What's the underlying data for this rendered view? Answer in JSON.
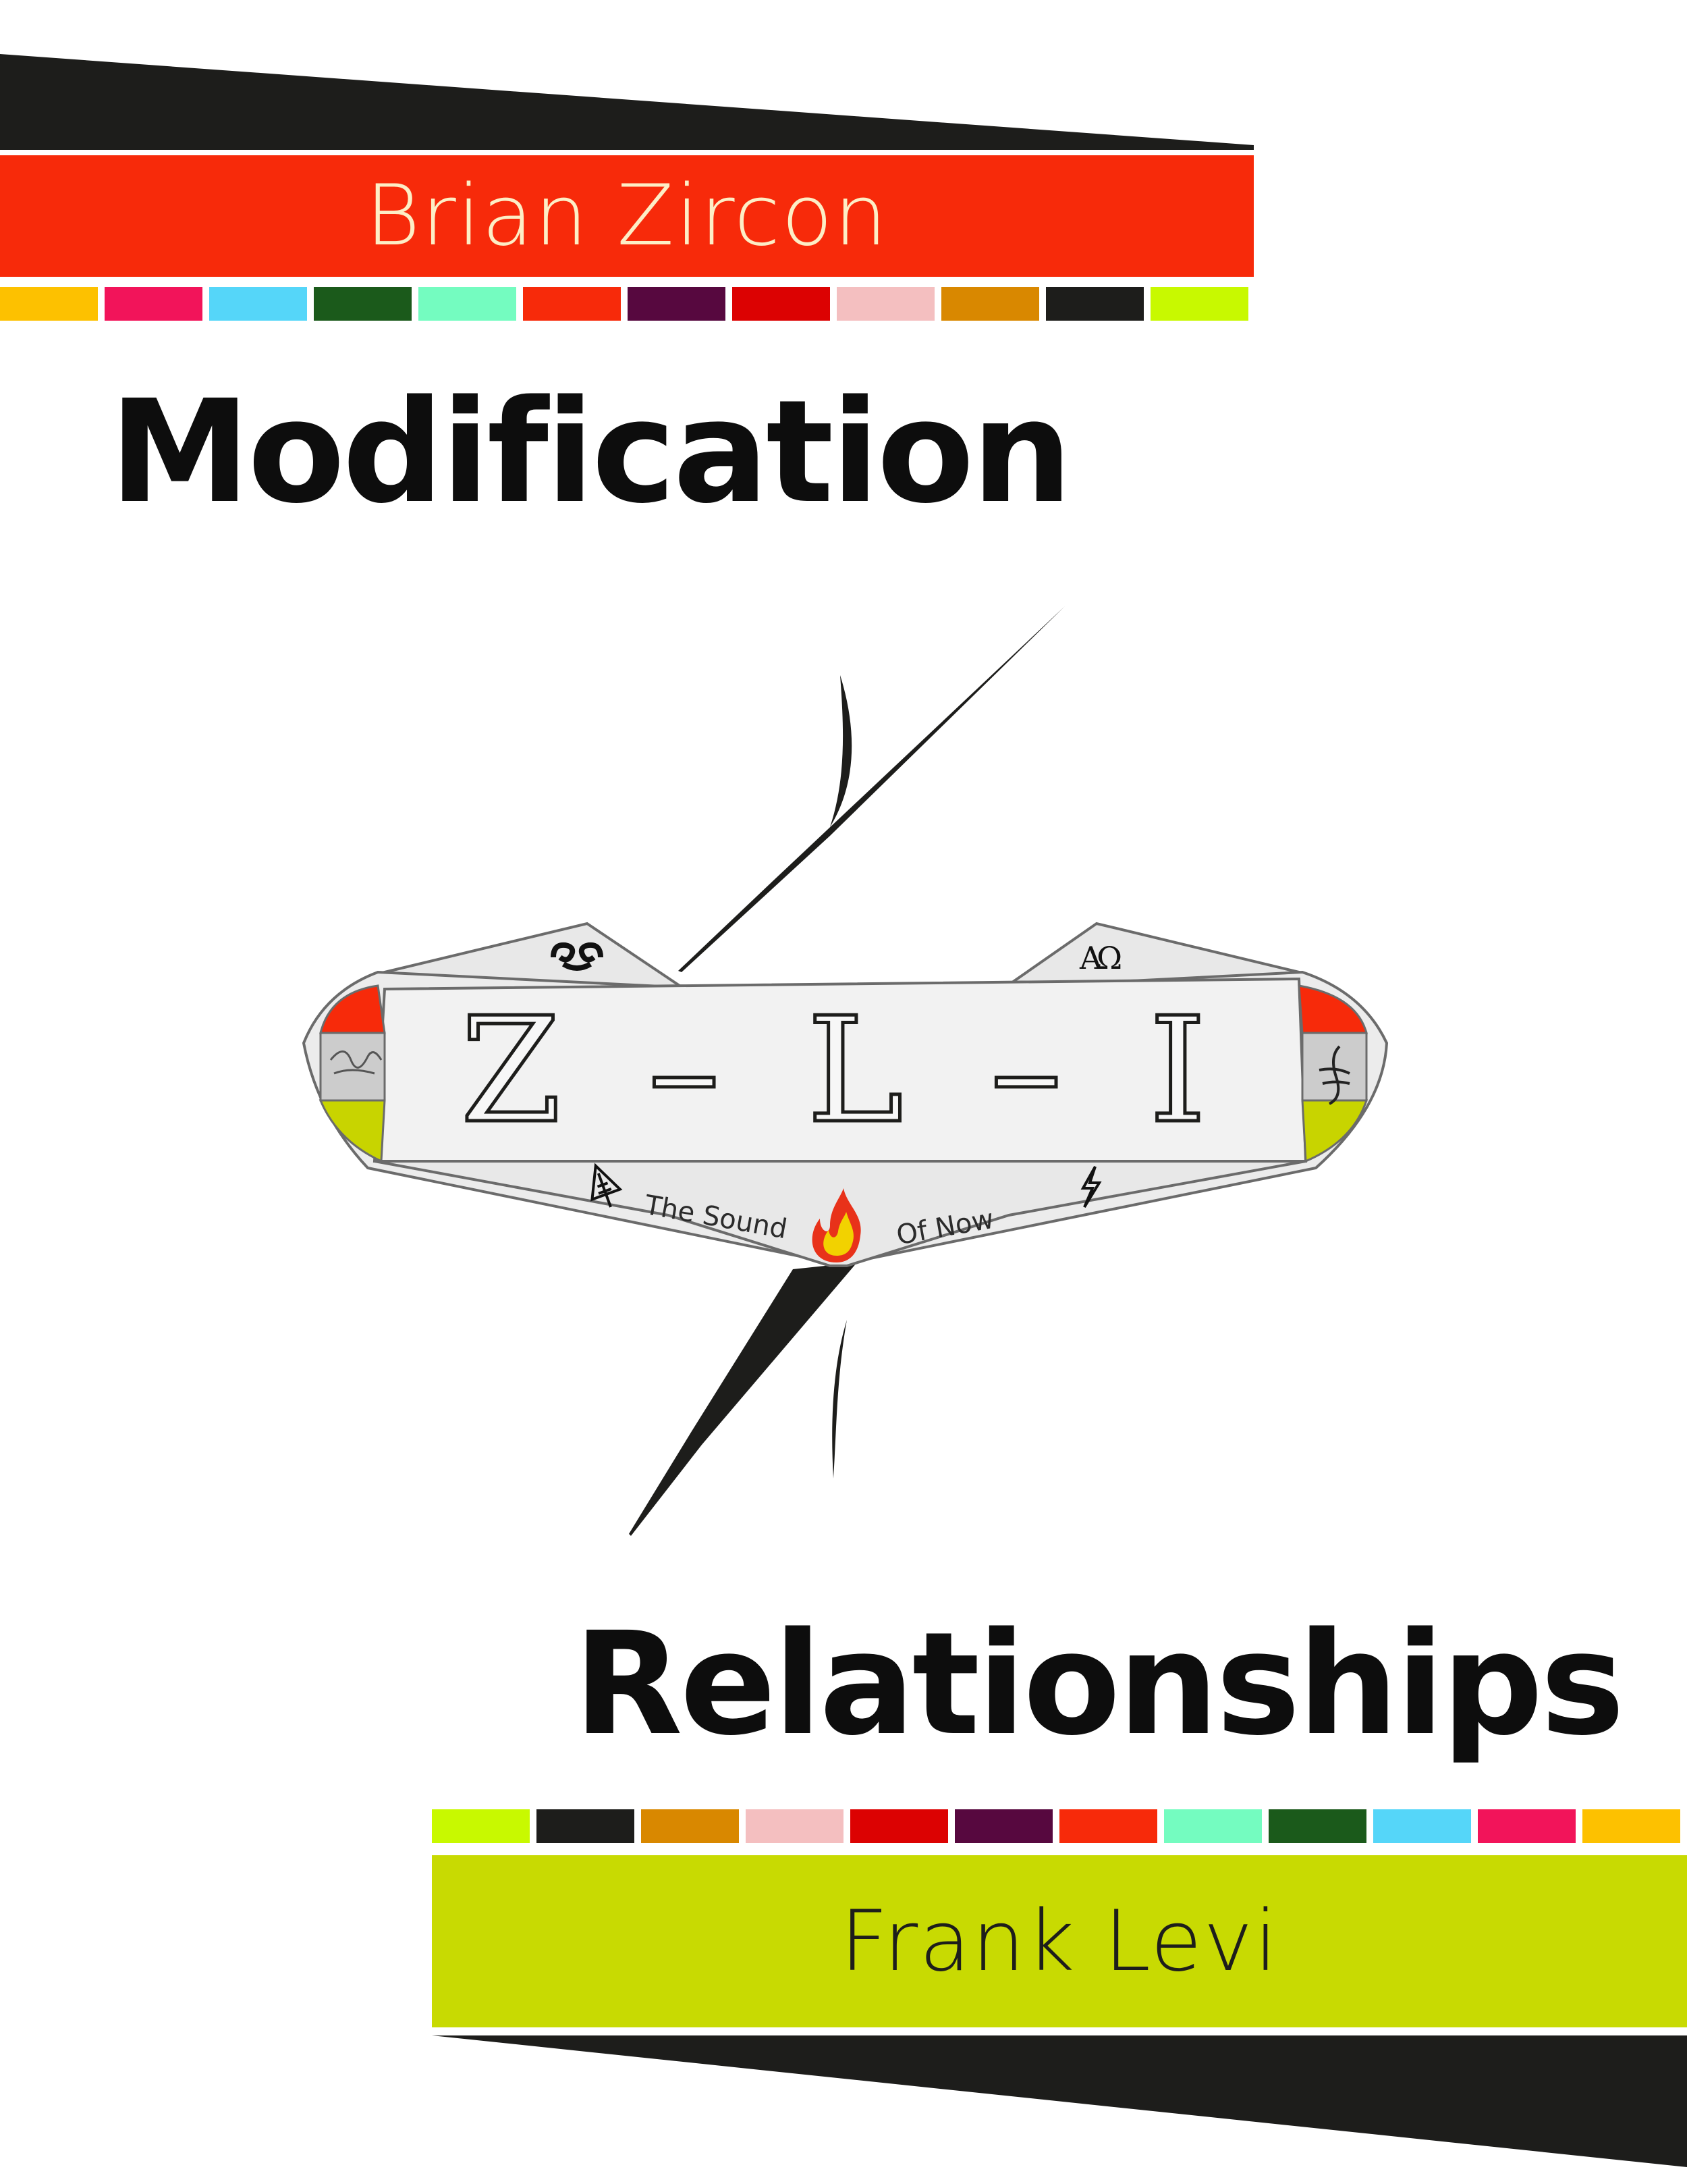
{
  "author_top": "Brian Zircon",
  "author_bottom": "Frank Levi",
  "title_top": "Modification",
  "title_bottom": "Relationships",
  "logo": {
    "letters": "Z – L – I",
    "tagline_left": "The Sound",
    "tagline_right": "Of Now"
  },
  "colors": {
    "top_band": "#f72a0a",
    "bottom_band": "#c8da02",
    "black_bars": "#1d1d1b",
    "swatches": [
      "#fdc100",
      "#f2145a",
      "#55d6f9",
      "#1b5a1b",
      "#74fcc0",
      "#f72a0a",
      "#57083f",
      "#dc0202",
      "#f4bfc0",
      "#d98800",
      "#1d1d1b",
      "#c8f900"
    ]
  },
  "icons": [
    "swirl-icon",
    "alpha-omega-icon",
    "signature-bz-icon",
    "signature-fl-icon",
    "leaf-icon",
    "lightning-icon",
    "flame-icon"
  ]
}
